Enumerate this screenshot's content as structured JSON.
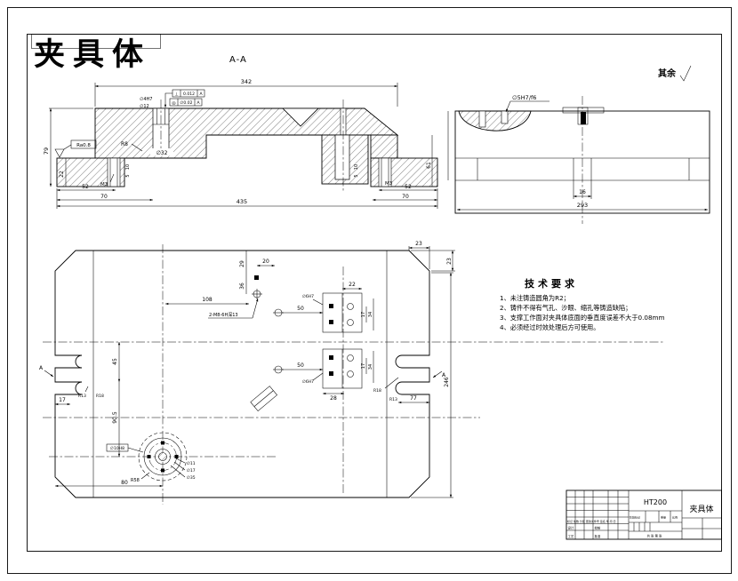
{
  "title": "夹具体",
  "rest": {
    "label": "其余"
  },
  "section": {
    "label": "A-A",
    "dims": {
      "w_top": "342",
      "w_bottom": "435",
      "h_left": "79",
      "h_foot": "22",
      "d52l": "52",
      "d70l": "70",
      "d52r": "52",
      "d70r": "70",
      "m3l": "M3",
      "m3r": "M3",
      "d5l": "5",
      "d10l": "10",
      "d5r": "5",
      "d10r": "10",
      "h_right": "61",
      "bore": "∅32",
      "r8": "R8",
      "finish": "Ra0.8",
      "hole_a": "∅4H7",
      "hole_b": "∅12",
      "gdt1_sym": "⊥",
      "gdt1_val": "0.012",
      "gdt1_ref": "A",
      "gdt2_sym": "◎",
      "gdt2_val": "∅0.02",
      "gdt2_ref": "A"
    }
  },
  "side": {
    "pin_label": "∅5H7/f6",
    "slot": "16",
    "width": "293"
  },
  "plan": {
    "cham_w": "23",
    "cham_h": "23",
    "d29": "29",
    "d20": "20",
    "d36": "36",
    "d108": "108",
    "thread": "2-M8-6H深13",
    "d45": "45",
    "d905": "90.5",
    "d17": "17",
    "d80": "80",
    "pad_w": "22",
    "d50a": "50",
    "d17a": "17",
    "d34a": "34",
    "d50b": "50",
    "d17b": "17",
    "d34b": "34",
    "d28": "28",
    "tag_a": "∅6H7",
    "tag_b": "∅6H7",
    "hub_tag": "∅10H8",
    "r58": "R58",
    "lbl1": "∅11",
    "lbl2": "∅17",
    "lbl3": "∅35",
    "d77": "77",
    "d246": "246",
    "r13l": "R13",
    "r18l": "R18",
    "r18r": "R18",
    "r13r": "R13",
    "arrow_l": "A",
    "arrow_r": "A"
  },
  "tech": {
    "title": "技术要求",
    "items": [
      "1、未注铸造圆角为R2；",
      "2、铸件不得有气孔、沙眼、缩孔等铸造缺陷；",
      "3、支撑工作面对夹具体底面的垂直度误差不大于0.08mm",
      "4、必须经过时效处理后方可使用。"
    ]
  },
  "block": {
    "material": "HT200",
    "part": "夹具体",
    "rev_row": "标记 处数 分区 更改文件号 签名 年.月.日",
    "r_design": "设计",
    "r_check": "校核",
    "r_process": "工艺",
    "r_approve": "批准",
    "stage": "阶段标记",
    "weight": "重量",
    "scale": "比例",
    "sheets": "共 张 第 张"
  }
}
